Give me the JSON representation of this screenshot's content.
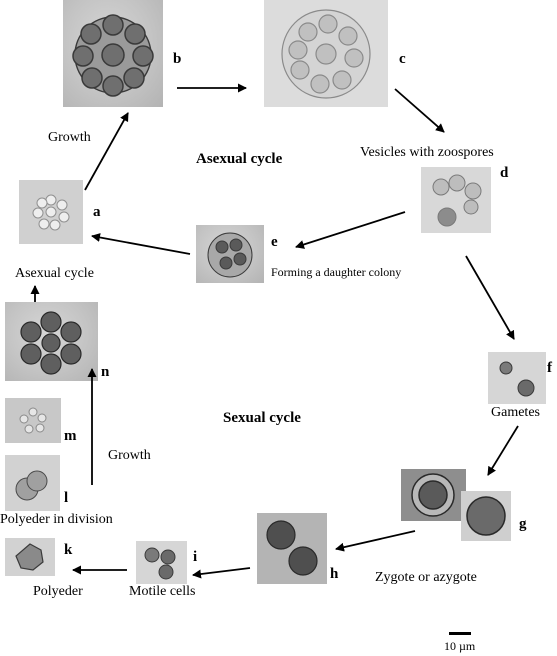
{
  "titles": {
    "asexual": "Asexual cycle",
    "sexual": "Sexual cycle"
  },
  "letters": {
    "a": "a",
    "b": "b",
    "c": "c",
    "d": "d",
    "e": "e",
    "f": "f",
    "g": "g",
    "h": "h",
    "i": "i",
    "k": "k",
    "l": "l",
    "m": "m",
    "n": "n"
  },
  "labels": {
    "growth_top": "Growth",
    "vesicles": "Vesicles with zoospores",
    "daughter": "Forming a daughter colony",
    "asexual_left": "Asexual cycle",
    "gametes": "Gametes",
    "growth_mid": "Growth",
    "polyeder_division": "Polyeder in division",
    "zygote": "Zygote or azygote",
    "polyeder": "Polyeder",
    "motile": "Motile cells"
  },
  "scale": {
    "label": "10 µm"
  }
}
